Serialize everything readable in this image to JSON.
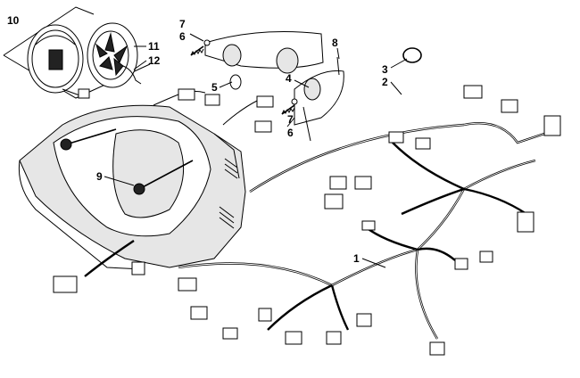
{
  "callouts": {
    "c1": "1",
    "c2": "2",
    "c3": "3",
    "c4": "4",
    "c5": "5",
    "c6a": "6",
    "c6b": "6",
    "c7a": "7",
    "c7b": "7",
    "c8": "8",
    "c9": "9",
    "c10": "10",
    "c11": "11",
    "c12": "12"
  },
  "colors": {
    "line": "#000000",
    "background": "#ffffff",
    "housing_shade": "#e6e6e6"
  }
}
